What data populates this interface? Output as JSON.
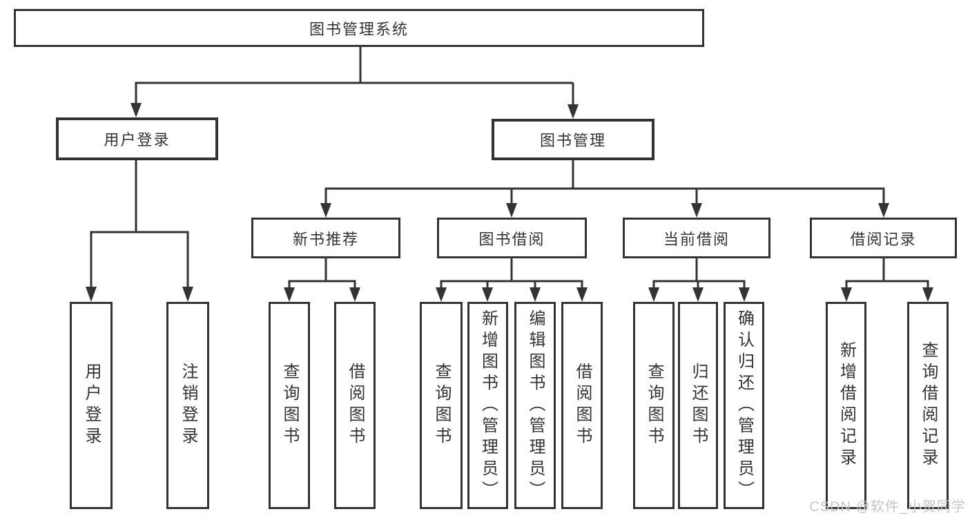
{
  "diagram": {
    "type": "hierarchy-flowchart",
    "watermark": "CSDN @软件_小贺同学",
    "colors": {
      "line": "#333333",
      "text": "#333333",
      "box_background": "#ffffff",
      "watermark_text": "#c6c6c6"
    },
    "root": {
      "label": "图书管理系统",
      "children": [
        {
          "label": "用户登录",
          "children": [
            {
              "label": "用户登录"
            },
            {
              "label": "注销登录"
            }
          ]
        },
        {
          "label": "图书管理",
          "children": [
            {
              "label": "新书推荐",
              "children": [
                {
                  "label": "查询图书"
                },
                {
                  "label": "借阅图书"
                }
              ]
            },
            {
              "label": "图书借阅",
              "children": [
                {
                  "label": "查询图书"
                },
                {
                  "label": "新增图书（管理员）"
                },
                {
                  "label": "编辑图书（管理员）"
                },
                {
                  "label": "借阅图书"
                }
              ]
            },
            {
              "label": "当前借阅",
              "children": [
                {
                  "label": "查询图书"
                },
                {
                  "label": "归还图书"
                },
                {
                  "label": "确认归还（管理员）"
                }
              ]
            },
            {
              "label": "借阅记录",
              "children": [
                {
                  "label": "新增借阅记录"
                },
                {
                  "label": "查询借阅记录"
                }
              ]
            }
          ]
        }
      ]
    }
  }
}
